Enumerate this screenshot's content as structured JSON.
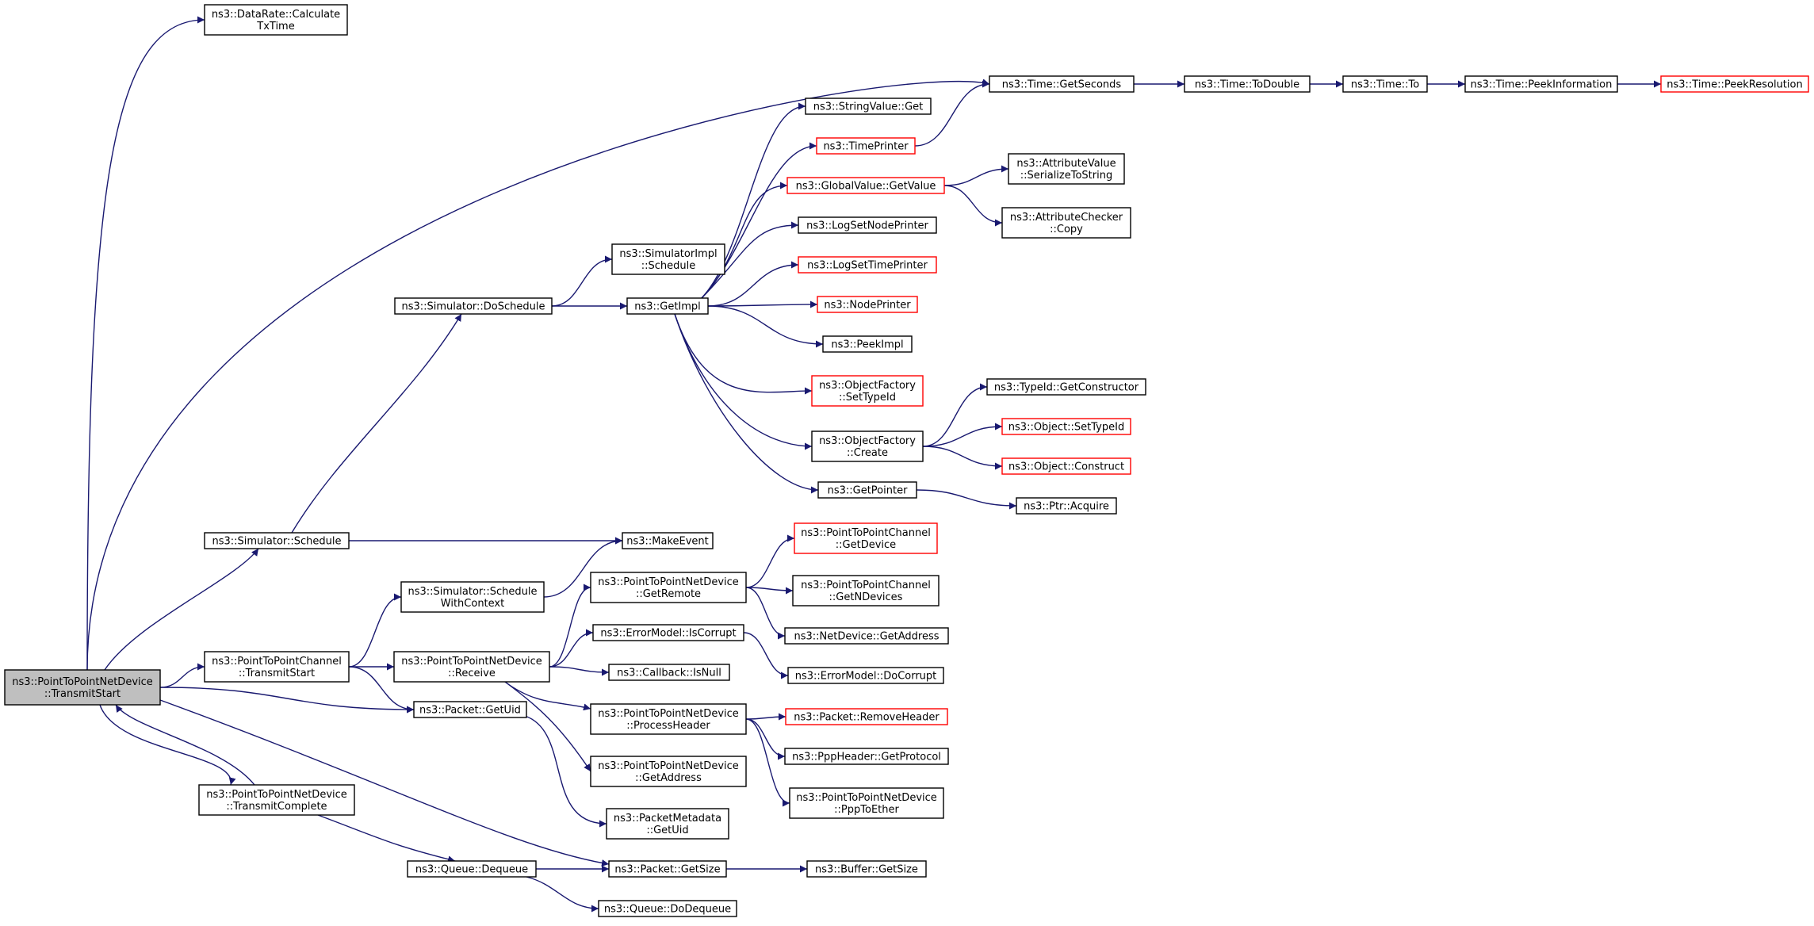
{
  "colors": {
    "edge": "#191970",
    "border": "#000000",
    "border_incomplete": "#ff0000",
    "root_fill": "#bfbfbf"
  },
  "nodes": [
    {
      "id": "root",
      "lines": [
        "ns3::PointToPointNetDevice",
        "::TransmitStart"
      ],
      "style": "root"
    },
    {
      "id": "calctx",
      "lines": [
        "ns3::DataRate::Calculate",
        "TxTime"
      ]
    },
    {
      "id": "getseconds",
      "lines": [
        "ns3::Time::GetSeconds"
      ]
    },
    {
      "id": "todouble",
      "lines": [
        "ns3::Time::ToDouble"
      ]
    },
    {
      "id": "to",
      "lines": [
        "ns3::Time::To"
      ]
    },
    {
      "id": "peekinfo",
      "lines": [
        "ns3::Time::PeekInformation"
      ]
    },
    {
      "id": "peekres",
      "lines": [
        "ns3::Time::PeekResolution"
      ],
      "style": "red"
    },
    {
      "id": "stringget",
      "lines": [
        "ns3::StringValue::Get"
      ]
    },
    {
      "id": "timeprinter",
      "lines": [
        "ns3::TimePrinter"
      ],
      "style": "red"
    },
    {
      "id": "gvgetvalue",
      "lines": [
        "ns3::GlobalValue::GetValue"
      ],
      "style": "red"
    },
    {
      "id": "avser",
      "lines": [
        "ns3::AttributeValue",
        "::SerializeToString"
      ]
    },
    {
      "id": "accopy",
      "lines": [
        "ns3::AttributeChecker",
        "::Copy"
      ]
    },
    {
      "id": "lognode",
      "lines": [
        "ns3::LogSetNodePrinter"
      ]
    },
    {
      "id": "logtime",
      "lines": [
        "ns3::LogSetTimePrinter"
      ],
      "style": "red"
    },
    {
      "id": "nodeprinter",
      "lines": [
        "ns3::NodePrinter"
      ],
      "style": "red"
    },
    {
      "id": "peekimpl",
      "lines": [
        "ns3::PeekImpl"
      ]
    },
    {
      "id": "ofsettypeid",
      "lines": [
        "ns3::ObjectFactory",
        "::SetTypeId"
      ],
      "style": "red"
    },
    {
      "id": "ofcreate",
      "lines": [
        "ns3::ObjectFactory",
        "::Create"
      ]
    },
    {
      "id": "getpointer",
      "lines": [
        "ns3::GetPointer"
      ]
    },
    {
      "id": "tidgetctor",
      "lines": [
        "ns3::TypeId::GetConstructor"
      ]
    },
    {
      "id": "objsettypeid",
      "lines": [
        "ns3::Object::SetTypeId"
      ],
      "style": "red"
    },
    {
      "id": "objconstruct",
      "lines": [
        "ns3::Object::Construct"
      ],
      "style": "red"
    },
    {
      "id": "ptracquire",
      "lines": [
        "ns3::Ptr::Acquire"
      ]
    },
    {
      "id": "simimplsched",
      "lines": [
        "ns3::SimulatorImpl",
        "::Schedule"
      ]
    },
    {
      "id": "doschedule",
      "lines": [
        "ns3::Simulator::DoSchedule"
      ]
    },
    {
      "id": "getimpl",
      "lines": [
        "ns3::GetImpl"
      ]
    },
    {
      "id": "schedule",
      "lines": [
        "ns3::Simulator::Schedule"
      ]
    },
    {
      "id": "makeevent",
      "lines": [
        "ns3::MakeEvent"
      ]
    },
    {
      "id": "schedctx",
      "lines": [
        "ns3::Simulator::Schedule",
        "WithContext"
      ]
    },
    {
      "id": "chgetdevice",
      "lines": [
        "ns3::PointToPointChannel",
        "::GetDevice"
      ],
      "style": "red"
    },
    {
      "id": "getremote",
      "lines": [
        "ns3::PointToPointNetDevice",
        "::GetRemote"
      ]
    },
    {
      "id": "chgetndev",
      "lines": [
        "ns3::PointToPointChannel",
        "::GetNDevices"
      ]
    },
    {
      "id": "ndgetaddr",
      "lines": [
        "ns3::NetDevice::GetAddress"
      ]
    },
    {
      "id": "chtxstart",
      "lines": [
        "ns3::PointToPointChannel",
        "::TransmitStart"
      ]
    },
    {
      "id": "receive",
      "lines": [
        "ns3::PointToPointNetDevice",
        "::Receive"
      ]
    },
    {
      "id": "iscorrupt",
      "lines": [
        "ns3::ErrorModel::IsCorrupt"
      ]
    },
    {
      "id": "docorrupt",
      "lines": [
        "ns3::ErrorModel::DoCorrupt"
      ]
    },
    {
      "id": "isnull",
      "lines": [
        "ns3::Callback::IsNull"
      ]
    },
    {
      "id": "pktgetuid",
      "lines": [
        "ns3::Packet::GetUid"
      ]
    },
    {
      "id": "prochdr",
      "lines": [
        "ns3::PointToPointNetDevice",
        "::ProcessHeader"
      ]
    },
    {
      "id": "removehdr",
      "lines": [
        "ns3::Packet::RemoveHeader"
      ],
      "style": "red"
    },
    {
      "id": "pppgetproto",
      "lines": [
        "ns3::PppHeader::GetProtocol"
      ]
    },
    {
      "id": "ppptoether",
      "lines": [
        "ns3::PointToPointNetDevice",
        "::PppToEther"
      ]
    },
    {
      "id": "p2pgetaddr",
      "lines": [
        "ns3::PointToPointNetDevice",
        "::GetAddress"
      ]
    },
    {
      "id": "txcomplete",
      "lines": [
        "ns3::PointToPointNetDevice",
        "::TransmitComplete"
      ]
    },
    {
      "id": "pmgetuid",
      "lines": [
        "ns3::PacketMetadata",
        "::GetUid"
      ]
    },
    {
      "id": "dequeue",
      "lines": [
        "ns3::Queue::Dequeue"
      ]
    },
    {
      "id": "pktgetsize",
      "lines": [
        "ns3::Packet::GetSize"
      ]
    },
    {
      "id": "bufgetsize",
      "lines": [
        "ns3::Buffer::GetSize"
      ]
    },
    {
      "id": "dodequeue",
      "lines": [
        "ns3::Queue::DoDequeue"
      ]
    }
  ],
  "edges": [
    [
      "root",
      "calctx"
    ],
    [
      "root",
      "getseconds"
    ],
    [
      "root",
      "schedule"
    ],
    [
      "root",
      "chtxstart"
    ],
    [
      "root",
      "pktgetuid"
    ],
    [
      "root",
      "pktgetsize"
    ],
    [
      "root",
      "txcomplete"
    ],
    [
      "txcomplete",
      "root"
    ],
    [
      "getseconds",
      "todouble"
    ],
    [
      "todouble",
      "to"
    ],
    [
      "to",
      "peekinfo"
    ],
    [
      "peekinfo",
      "peekres"
    ],
    [
      "timeprinter",
      "getseconds"
    ],
    [
      "gvgetvalue",
      "avser"
    ],
    [
      "gvgetvalue",
      "accopy"
    ],
    [
      "schedule",
      "doschedule"
    ],
    [
      "schedule",
      "makeevent"
    ],
    [
      "doschedule",
      "simimplsched"
    ],
    [
      "doschedule",
      "getimpl"
    ],
    [
      "getimpl",
      "stringget"
    ],
    [
      "getimpl",
      "timeprinter"
    ],
    [
      "getimpl",
      "gvgetvalue"
    ],
    [
      "getimpl",
      "lognode"
    ],
    [
      "getimpl",
      "logtime"
    ],
    [
      "getimpl",
      "nodeprinter"
    ],
    [
      "getimpl",
      "peekimpl"
    ],
    [
      "getimpl",
      "ofsettypeid"
    ],
    [
      "getimpl",
      "ofcreate"
    ],
    [
      "getimpl",
      "getpointer"
    ],
    [
      "ofcreate",
      "tidgetctor"
    ],
    [
      "ofcreate",
      "objsettypeid"
    ],
    [
      "ofcreate",
      "objconstruct"
    ],
    [
      "getpointer",
      "ptracquire"
    ],
    [
      "chtxstart",
      "schedctx"
    ],
    [
      "chtxstart",
      "receive"
    ],
    [
      "chtxstart",
      "pktgetuid"
    ],
    [
      "schedctx",
      "makeevent"
    ],
    [
      "receive",
      "getremote"
    ],
    [
      "receive",
      "iscorrupt"
    ],
    [
      "receive",
      "isnull"
    ],
    [
      "receive",
      "prochdr"
    ],
    [
      "receive",
      "p2pgetaddr"
    ],
    [
      "getremote",
      "chgetdevice"
    ],
    [
      "getremote",
      "chgetndev"
    ],
    [
      "getremote",
      "ndgetaddr"
    ],
    [
      "iscorrupt",
      "docorrupt"
    ],
    [
      "prochdr",
      "removehdr"
    ],
    [
      "prochdr",
      "pppgetproto"
    ],
    [
      "prochdr",
      "ppptoether"
    ],
    [
      "pktgetuid",
      "pmgetuid"
    ],
    [
      "txcomplete",
      "dequeue"
    ],
    [
      "dequeue",
      "pktgetsize"
    ],
    [
      "dequeue",
      "dodequeue"
    ],
    [
      "pktgetsize",
      "bufgetsize"
    ]
  ]
}
